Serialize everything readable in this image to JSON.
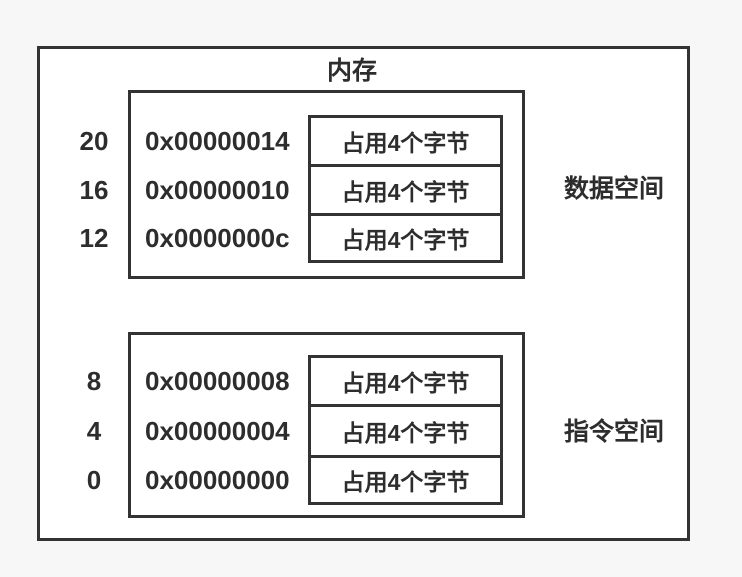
{
  "diagram": {
    "title": "内存",
    "colors": {
      "border": "#333333",
      "text": "#2d2d2d",
      "background": "#f7f7f7",
      "panel": "#ffffff"
    },
    "sections": [
      {
        "name": "data-space",
        "label": "数据空间",
        "rows": [
          {
            "offset": "20",
            "address": "0x00000014",
            "cell": "占用4个字节"
          },
          {
            "offset": "16",
            "address": "0x00000010",
            "cell": "占用4个字节"
          },
          {
            "offset": "12",
            "address": "0x0000000c",
            "cell": "占用4个字节"
          }
        ]
      },
      {
        "name": "instruction-space",
        "label": "指令空间",
        "rows": [
          {
            "offset": "8",
            "address": "0x00000008",
            "cell": "占用4个字节"
          },
          {
            "offset": "4",
            "address": "0x00000004",
            "cell": "占用4个字节"
          },
          {
            "offset": "0",
            "address": "0x00000000",
            "cell": "占用4个字节"
          }
        ]
      }
    ]
  }
}
